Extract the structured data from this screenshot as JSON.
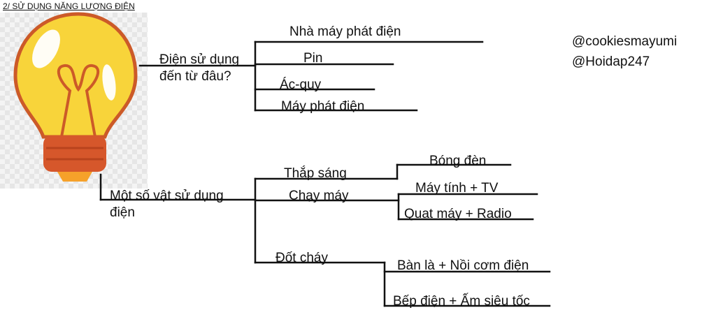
{
  "title": "2/ SỬ DỤNG NĂNG LƯỢNG ĐIỆN",
  "credits": [
    "@cookiesmayumi",
    "@Hoidap247"
  ],
  "branch1": {
    "question": [
      "Điện sử dụng",
      "đến từ đâu?"
    ],
    "items": [
      "Nhà máy phát điện",
      "Pin",
      "Ác-quy",
      "Máy phát điện"
    ]
  },
  "branch2": {
    "label": [
      "Một số vật sử dụng",
      "điện"
    ],
    "groups": [
      {
        "label": "Thắp sáng",
        "items": [
          "Bóng đèn"
        ]
      },
      {
        "label": "Chạy máy",
        "items": [
          "Máy tính + TV",
          "Quạt máy + Radio"
        ]
      },
      {
        "label": "Đốt cháy",
        "items": [
          "Bàn là + Nồi cơm điện",
          "Bếp điện + Ấm siêu tốc"
        ]
      }
    ]
  },
  "icon": "light-bulb-icon"
}
